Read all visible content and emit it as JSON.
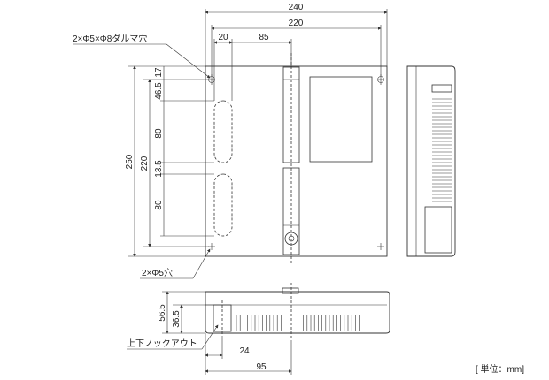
{
  "dimensions": {
    "top_240": "240",
    "top_220": "220",
    "top_20": "20",
    "top_85": "85",
    "left_17": "17",
    "left_46_5": "46.5",
    "left_80a": "80",
    "left_13_5": "13.5",
    "left_80b": "80",
    "left_220": "220",
    "left_250": "250",
    "bottom_56_5": "56.5",
    "bottom_36_5": "36.5",
    "bottom_24": "24",
    "bottom_95": "95"
  },
  "notes": {
    "keyhole": "2×Φ5×Φ8ダルマ穴",
    "holes": "2×Φ5穴",
    "knockout": "上下ノックアウト",
    "unit": "[ 単位：mm]"
  }
}
